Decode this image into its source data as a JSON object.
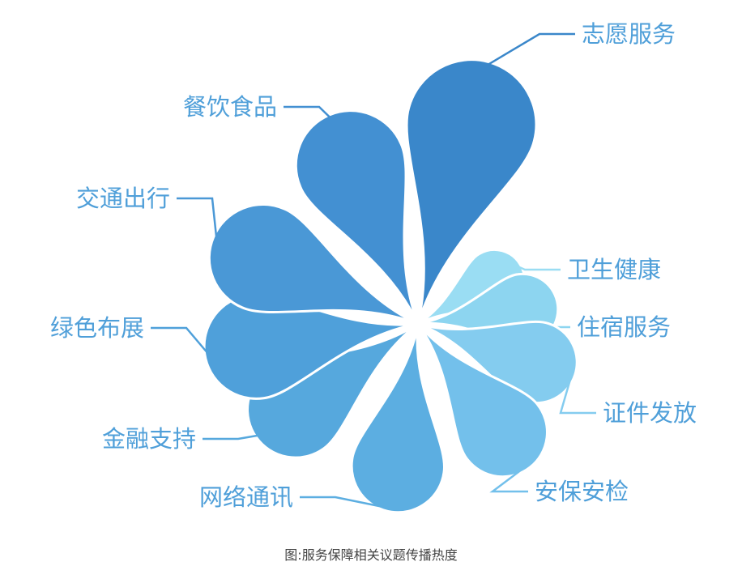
{
  "caption": "图:服务保障相关议题传播热度",
  "chart_data": {
    "type": "nightingale-rose",
    "categories": [
      "志愿服务",
      "卫生健康",
      "住宿服务",
      "证件发放",
      "安保安检",
      "网络通讯",
      "金融支持",
      "绿色布展",
      "交通出行",
      "餐饮食品"
    ],
    "values": [
      100,
      19,
      27,
      37,
      45,
      49,
      53,
      63,
      67,
      70
    ],
    "colors": [
      "#3A87CA",
      "#9ADDF3",
      "#8DD5F0",
      "#84CCEF",
      "#73C0EB",
      "#5CAEE1",
      "#56A8DD",
      "#4FA0DA",
      "#4A98D6",
      "#4390D2"
    ],
    "label_color": "#4F9FD9",
    "title": "",
    "legend": "none",
    "grid": false
  }
}
